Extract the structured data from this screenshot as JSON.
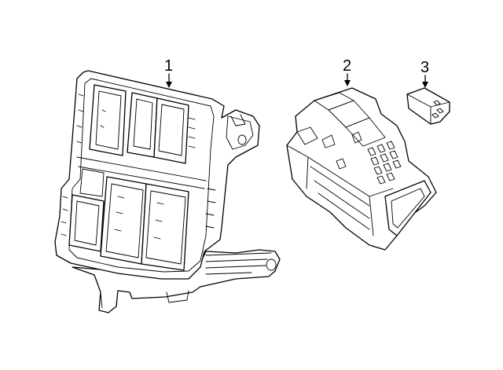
{
  "callouts": [
    {
      "id": "part-1",
      "label": "1"
    },
    {
      "id": "part-2",
      "label": "2"
    },
    {
      "id": "part-3",
      "label": "3"
    }
  ]
}
